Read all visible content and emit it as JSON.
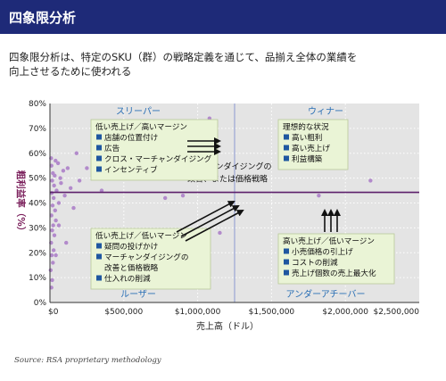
{
  "header": {
    "title": "四象限分析"
  },
  "intro_line1": "四象限分析は、特定のSKU（群）の戦略定義を通じて、品揃え全体の業績を",
  "intro_line2": "向上させるために使われる",
  "source": "Source: RSA proprietary methodology",
  "colors": {
    "header_bg": "#1e2a78",
    "quadrant_bg": "#e4e4e4",
    "quadrant_divider": "#9aa6d3",
    "label_blue": "#2a6fb5",
    "point": "#b28acb",
    "threshold": "#5c1f6b",
    "box_bg": "#eaf4d6",
    "box_border": "#b9c99a",
    "bullet": "#1f57a0",
    "ylabel": "#7a1f5b"
  },
  "chart_data": {
    "type": "scatter",
    "xlabel": "売上高（ドル）",
    "ylabel": "粗利益率（%）",
    "xlim": [
      0,
      2500000
    ],
    "ylim": [
      0,
      80
    ],
    "x_ticks": [
      0,
      500000,
      1000000,
      1500000,
      2000000,
      2500000
    ],
    "x_tick_labels": [
      "$0",
      "$500,000",
      "$1,000,000",
      "$1,500,000",
      "$2,000,000",
      "$2,500,000"
    ],
    "y_ticks": [
      0,
      10,
      20,
      30,
      40,
      50,
      60,
      70,
      80
    ],
    "y_tick_labels": [
      "0%",
      "10%",
      "20%",
      "30%",
      "40%",
      "50%",
      "60%",
      "70%",
      "80%"
    ],
    "threshold_y": 44.3,
    "quadrant_split_x": 1250000,
    "quadrant_labels": {
      "top_left": "スリーパー",
      "top_right": "ウィナー",
      "bottom_left": "ルーザー",
      "bottom_right": "アンダーアチーバー"
    },
    "threshold_caption": [
      "マーチャンダイジングの",
      "改善、または価格戦略"
    ],
    "boxes": [
      {
        "title": "低い売上げ／高いマージン",
        "items": [
          "店舗の位置付け",
          "広告",
          "クロス・マーチャンダイジング",
          "インセンティブ"
        ]
      },
      {
        "title": "理想的な状況",
        "items": [
          "高い粗利",
          "高い売上げ",
          "利益構築"
        ]
      },
      {
        "title": "低い売上げ／低いマージン",
        "items": [
          "疑問の投げかけ",
          "マーチャンダイジングの改善と価格戦略",
          "仕入れの削減"
        ]
      },
      {
        "title": "高い売上げ／低いマージン",
        "items": [
          "小売価格の引上げ",
          "コストの削減",
          "売上げ個数の売上最大化"
        ]
      }
    ],
    "points": [
      [
        10000,
        6
      ],
      [
        15000,
        9
      ],
      [
        5000,
        13
      ],
      [
        20000,
        16
      ],
      [
        12000,
        19
      ],
      [
        25000,
        21
      ],
      [
        8000,
        24
      ],
      [
        30000,
        27
      ],
      [
        15000,
        29
      ],
      [
        22000,
        31
      ],
      [
        40000,
        33
      ],
      [
        10000,
        35
      ],
      [
        35000,
        37
      ],
      [
        18000,
        39
      ],
      [
        60000,
        40
      ],
      [
        25000,
        42
      ],
      [
        12000,
        44
      ],
      [
        45000,
        45
      ],
      [
        28000,
        47
      ],
      [
        15000,
        49
      ],
      [
        70000,
        50
      ],
      [
        32000,
        51
      ],
      [
        20000,
        52
      ],
      [
        90000,
        53
      ],
      [
        10000,
        55
      ],
      [
        55000,
        56
      ],
      [
        38000,
        57
      ],
      [
        8000,
        58
      ],
      [
        120000,
        54
      ],
      [
        75000,
        48
      ],
      [
        140000,
        46
      ],
      [
        100000,
        43
      ],
      [
        160000,
        38
      ],
      [
        60000,
        31
      ],
      [
        110000,
        24
      ],
      [
        40000,
        19
      ],
      [
        200000,
        49
      ],
      [
        250000,
        54
      ],
      [
        180000,
        60
      ],
      [
        330000,
        27
      ],
      [
        350000,
        45
      ],
      [
        380000,
        57
      ],
      [
        420000,
        62
      ],
      [
        500000,
        66
      ],
      [
        560000,
        63
      ],
      [
        640000,
        51
      ],
      [
        720000,
        58
      ],
      [
        780000,
        42
      ],
      [
        900000,
        43
      ],
      [
        1080000,
        74
      ],
      [
        1150000,
        28
      ],
      [
        1620000,
        63
      ],
      [
        1820000,
        43
      ],
      [
        2170000,
        49
      ]
    ]
  }
}
